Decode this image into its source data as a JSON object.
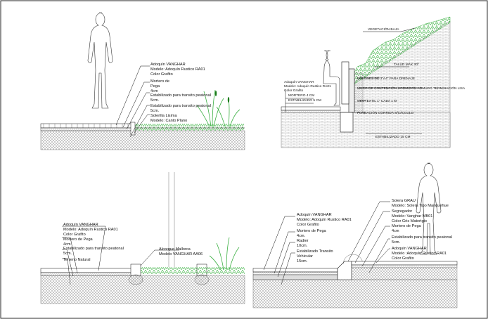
{
  "panel_top_left": {
    "labels": [
      "Adoquín VANGHAR",
      "Modelo: Adoquín Rustico RA01",
      "Color Grafito",
      "Mortero de",
      "Pega",
      "4cm",
      "Estabilizado para transito peatonal",
      "5cm.",
      "Estabilizado para transito peatonal",
      "5cm.",
      "Solerilla Lisima",
      "Modelo: Canto Plano"
    ]
  },
  "panel_top_right": {
    "labels": [
      "VEGETACIÓN BAJA",
      "TALUD MÁX 30º",
      "BOLONES DE 3\"A4\" PARA DRENAJE",
      "MURO DE CONTENCIÓN HORMIGÓN ARMADO TERMINACIÓN LISA",
      "GEOTEXTIL 1\" CADA 1 M",
      "FUNDACIÓN CORRIDA S/CÁLCULO",
      "ESTABILIZADO 15 CM"
    ],
    "left_labels": [
      "Adoquín VANGHAR",
      "Modelo: Adoquín Rustico RA01",
      "Color Grafito",
      "MORTERO 4 CM",
      "ESTABILIZADO 5 CM"
    ]
  },
  "panel_bottom_left": {
    "labels": [
      "Adoquín VANGHAR",
      "Modelo: Adoquín Rustico RA01",
      "Color Grafito",
      "Mortero de Pega",
      "4cm",
      "Estabilizado para transito peatonal",
      "5cm.",
      "Terreno Natural"
    ],
    "curb_labels": [
      "Alcorque Mallorca",
      "Modelo VANGHAR AA06"
    ]
  },
  "panel_bottom_right": {
    "left_labels": [
      "Adoquín VANGHAR",
      "Modelo: Adoquín Rustico RA01",
      "Color Grafito",
      "Mortero de Pega",
      "4cm.",
      "Radier",
      "10cm.",
      "Estabilizado Transito",
      "Vehicular",
      "15cm."
    ],
    "right_labels": [
      "Solera GRAU",
      "Modelo: Solera Tipo Manquehue",
      "Segregador",
      "Modelo: Vanghar MB01",
      "Color Gris Matertgio",
      "Mortero de Pega",
      "4cm",
      "Estabilizado para transito peatonal",
      "5cm.",
      "Adoquín VANGHAR",
      "Modelo :Adoquín Rustico RA01",
      "Color Grafito"
    ]
  },
  "colors": {
    "vegetation": "#3cb043",
    "line": "#111111",
    "hatch": "#666666"
  }
}
